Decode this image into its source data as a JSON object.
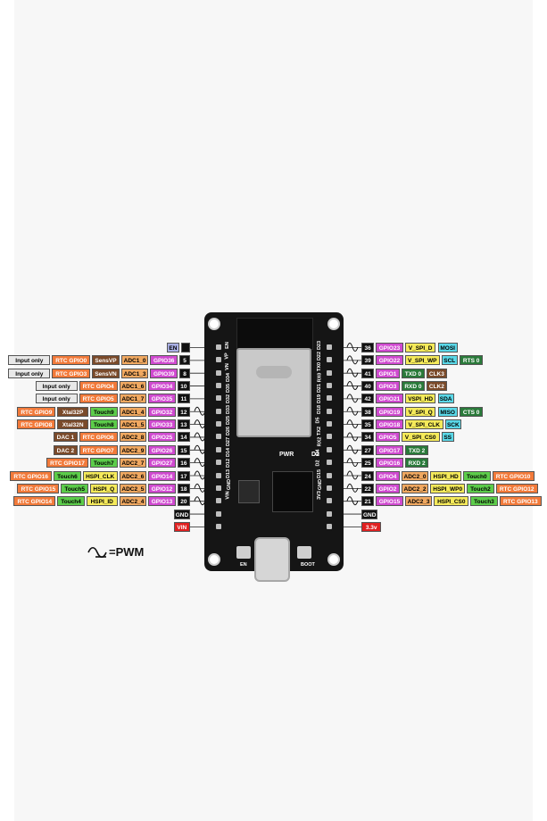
{
  "legend": {
    "pwm_label": "=PWM"
  },
  "board_labels": {
    "pwr": "PWR",
    "d2": "D2",
    "left_pins": [
      "VIN",
      "GND",
      "D13",
      "D12",
      "D14",
      "D27",
      "D26",
      "D25",
      "D33",
      "D32",
      "D35",
      "D34",
      "VN",
      "VP",
      "EN"
    ],
    "right_pins": [
      "3V3",
      "GND",
      "D15",
      "D2",
      "D4",
      "RX2",
      "TX2",
      "D5",
      "D18",
      "D19",
      "D21",
      "RX0",
      "TX0",
      "D22",
      "D23"
    ],
    "boot": "BOOT",
    "en": "EN"
  },
  "left_rows": [
    {
      "pwm": false,
      "labels": [
        {
          "t": "EN",
          "c": "#aab0e6"
        },
        {
          "t": "",
          "c": "#111111"
        }
      ]
    },
    {
      "pwm": false,
      "labels": [
        {
          "t": "Input only",
          "c": "#e8e8e8"
        },
        {
          "t": "RTC GPIO0",
          "c": "#f27a3a"
        },
        {
          "t": "SensVP",
          "c": "#7a4a2a"
        },
        {
          "t": "ADC1_0",
          "c": "#f0a860"
        },
        {
          "t": "GPIO36",
          "c": "#d04ad0"
        },
        {
          "t": "5",
          "c": "#111111"
        }
      ]
    },
    {
      "pwm": false,
      "labels": [
        {
          "t": "Input only",
          "c": "#e8e8e8"
        },
        {
          "t": "RTC GPIO3",
          "c": "#f27a3a"
        },
        {
          "t": "SensVN",
          "c": "#7a4a2a"
        },
        {
          "t": "ADC1_3",
          "c": "#f0a860"
        },
        {
          "t": "GPIO39",
          "c": "#d04ad0"
        },
        {
          "t": "8",
          "c": "#111111"
        }
      ]
    },
    {
      "pwm": false,
      "labels": [
        {
          "t": "Input only",
          "c": "#e8e8e8"
        },
        {
          "t": "RTC GPIO4",
          "c": "#f27a3a"
        },
        {
          "t": "ADC1_6",
          "c": "#f0a860"
        },
        {
          "t": "GPIO34",
          "c": "#d04ad0"
        },
        {
          "t": "10",
          "c": "#111111"
        }
      ]
    },
    {
      "pwm": false,
      "labels": [
        {
          "t": "Input only",
          "c": "#e8e8e8"
        },
        {
          "t": "RTC GPIO5",
          "c": "#f27a3a"
        },
        {
          "t": "ADC1_7",
          "c": "#f0a860"
        },
        {
          "t": "GPIO35",
          "c": "#d04ad0"
        },
        {
          "t": "11",
          "c": "#111111"
        }
      ]
    },
    {
      "pwm": true,
      "labels": [
        {
          "t": "RTC GPIO9",
          "c": "#f27a3a"
        },
        {
          "t": "Xtal32P",
          "c": "#7a4a2a"
        },
        {
          "t": "Touch9",
          "c": "#5ccc4a"
        },
        {
          "t": "ADC1_4",
          "c": "#f0a860"
        },
        {
          "t": "GPIO32",
          "c": "#d04ad0"
        },
        {
          "t": "12",
          "c": "#111111"
        }
      ]
    },
    {
      "pwm": true,
      "labels": [
        {
          "t": "RTC GPIO8",
          "c": "#f27a3a"
        },
        {
          "t": "Xtal32N",
          "c": "#7a4a2a"
        },
        {
          "t": "Touch8",
          "c": "#5ccc4a"
        },
        {
          "t": "ADC1_5",
          "c": "#f0a860"
        },
        {
          "t": "GPIO33",
          "c": "#d04ad0"
        },
        {
          "t": "13",
          "c": "#111111"
        }
      ]
    },
    {
      "pwm": true,
      "labels": [
        {
          "t": "DAC 1",
          "c": "#7a4a2a"
        },
        {
          "t": "RTC GPIO6",
          "c": "#f27a3a"
        },
        {
          "t": "ADC2_8",
          "c": "#f0a860"
        },
        {
          "t": "GPIO25",
          "c": "#d04ad0"
        },
        {
          "t": "14",
          "c": "#111111"
        }
      ]
    },
    {
      "pwm": true,
      "labels": [
        {
          "t": "DAC 2",
          "c": "#7a4a2a"
        },
        {
          "t": "RTC GPIO7",
          "c": "#f27a3a"
        },
        {
          "t": "ADC2_9",
          "c": "#f0a860"
        },
        {
          "t": "GPIO26",
          "c": "#d04ad0"
        },
        {
          "t": "15",
          "c": "#111111"
        }
      ]
    },
    {
      "pwm": true,
      "labels": [
        {
          "t": "RTC GPIO17",
          "c": "#f27a3a"
        },
        {
          "t": "Touch7",
          "c": "#5ccc4a"
        },
        {
          "t": "ADC2_7",
          "c": "#f0a860"
        },
        {
          "t": "GPIO27",
          "c": "#d04ad0"
        },
        {
          "t": "16",
          "c": "#111111"
        }
      ]
    },
    {
      "pwm": true,
      "labels": [
        {
          "t": "RTC GPIO16",
          "c": "#f27a3a"
        },
        {
          "t": "Touch6",
          "c": "#5ccc4a"
        },
        {
          "t": "HSPI_CLK",
          "c": "#f5ea5a"
        },
        {
          "t": "ADC2_6",
          "c": "#f0a860"
        },
        {
          "t": "GPIO14",
          "c": "#d04ad0"
        },
        {
          "t": "17",
          "c": "#111111"
        }
      ]
    },
    {
      "pwm": true,
      "labels": [
        {
          "t": "RTC GPIO15",
          "c": "#f27a3a"
        },
        {
          "t": "Touch5",
          "c": "#5ccc4a"
        },
        {
          "t": "HSPI_Q",
          "c": "#f5ea5a"
        },
        {
          "t": "ADC2_5",
          "c": "#f0a860"
        },
        {
          "t": "GPIO12",
          "c": "#d04ad0"
        },
        {
          "t": "18",
          "c": "#111111"
        }
      ]
    },
    {
      "pwm": true,
      "labels": [
        {
          "t": "RTC GPIO14",
          "c": "#f27a3a"
        },
        {
          "t": "Touch4",
          "c": "#5ccc4a"
        },
        {
          "t": "HSPI_ID",
          "c": "#f5ea5a"
        },
        {
          "t": "ADC2_4",
          "c": "#f0a860"
        },
        {
          "t": "GPIO13",
          "c": "#d04ad0"
        },
        {
          "t": "20",
          "c": "#111111"
        }
      ]
    },
    {
      "pwm": false,
      "labels": [
        {
          "t": "GND",
          "c": "#111111"
        }
      ]
    },
    {
      "pwm": false,
      "labels": [
        {
          "t": "VIN",
          "c": "#e02020"
        }
      ]
    }
  ],
  "right_rows": [
    {
      "pwm": true,
      "labels": [
        {
          "t": "36",
          "c": "#111111"
        },
        {
          "t": "GPIO23",
          "c": "#d04ad0"
        },
        {
          "t": "V_SPI_D",
          "c": "#f5ea5a"
        },
        {
          "t": "MOSI",
          "c": "#5ad8e8"
        }
      ]
    },
    {
      "pwm": true,
      "labels": [
        {
          "t": "39",
          "c": "#111111"
        },
        {
          "t": "GPIO22",
          "c": "#d04ad0"
        },
        {
          "t": "V_SPI_WP",
          "c": "#f5ea5a"
        },
        {
          "t": "SCL",
          "c": "#5ad8e8"
        },
        {
          "t": "RTS 0",
          "c": "#2a7a3a"
        }
      ]
    },
    {
      "pwm": true,
      "labels": [
        {
          "t": "41",
          "c": "#111111"
        },
        {
          "t": "GPIO1",
          "c": "#d04ad0"
        },
        {
          "t": "TXD 0",
          "c": "#2a7a3a"
        },
        {
          "t": "CLK3",
          "c": "#7a4a2a"
        }
      ]
    },
    {
      "pwm": true,
      "labels": [
        {
          "t": "40",
          "c": "#111111"
        },
        {
          "t": "GPIO3",
          "c": "#d04ad0"
        },
        {
          "t": "RXD 0",
          "c": "#2a7a3a"
        },
        {
          "t": "CLK2",
          "c": "#7a4a2a"
        }
      ]
    },
    {
      "pwm": true,
      "labels": [
        {
          "t": "42",
          "c": "#111111"
        },
        {
          "t": "GPIO21",
          "c": "#d04ad0"
        },
        {
          "t": "VSPI_HD",
          "c": "#f5ea5a"
        },
        {
          "t": "SDA",
          "c": "#5ad8e8"
        }
      ]
    },
    {
      "pwm": true,
      "labels": [
        {
          "t": "38",
          "c": "#111111"
        },
        {
          "t": "GPIO19",
          "c": "#d04ad0"
        },
        {
          "t": "V_SPI_Q",
          "c": "#f5ea5a"
        },
        {
          "t": "MISO",
          "c": "#5ad8e8"
        },
        {
          "t": "CTS 0",
          "c": "#2a7a3a"
        }
      ]
    },
    {
      "pwm": true,
      "labels": [
        {
          "t": "35",
          "c": "#111111"
        },
        {
          "t": "GPIO18",
          "c": "#d04ad0"
        },
        {
          "t": "V_SPI_CLK",
          "c": "#f5ea5a"
        },
        {
          "t": "SCK",
          "c": "#5ad8e8"
        }
      ]
    },
    {
      "pwm": true,
      "labels": [
        {
          "t": "34",
          "c": "#111111"
        },
        {
          "t": "GPIO5",
          "c": "#d04ad0"
        },
        {
          "t": "V_SPI_CS0",
          "c": "#f5ea5a"
        },
        {
          "t": "SS",
          "c": "#5ad8e8"
        }
      ]
    },
    {
      "pwm": true,
      "labels": [
        {
          "t": "27",
          "c": "#111111"
        },
        {
          "t": "GPIO17",
          "c": "#d04ad0"
        },
        {
          "t": "TXD 2",
          "c": "#2a7a3a"
        }
      ]
    },
    {
      "pwm": true,
      "labels": [
        {
          "t": "25",
          "c": "#111111"
        },
        {
          "t": "GPIO16",
          "c": "#d04ad0"
        },
        {
          "t": "RXD 2",
          "c": "#2a7a3a"
        }
      ]
    },
    {
      "pwm": true,
      "labels": [
        {
          "t": "24",
          "c": "#111111"
        },
        {
          "t": "GPIO4",
          "c": "#d04ad0"
        },
        {
          "t": "ADC2_0",
          "c": "#f0a860"
        },
        {
          "t": "HSPI_HD",
          "c": "#f5ea5a"
        },
        {
          "t": "Touch0",
          "c": "#5ccc4a"
        },
        {
          "t": "RTC GPIO10",
          "c": "#f27a3a"
        }
      ]
    },
    {
      "pwm": true,
      "labels": [
        {
          "t": "22",
          "c": "#111111"
        },
        {
          "t": "GPIO2",
          "c": "#d04ad0"
        },
        {
          "t": "ADC2_2",
          "c": "#f0a860"
        },
        {
          "t": "HSPI_WP0",
          "c": "#f5ea5a"
        },
        {
          "t": "Touch2",
          "c": "#5ccc4a"
        },
        {
          "t": "RTC GPIO12",
          "c": "#f27a3a"
        }
      ]
    },
    {
      "pwm": true,
      "labels": [
        {
          "t": "21",
          "c": "#111111"
        },
        {
          "t": "GPIO15",
          "c": "#d04ad0"
        },
        {
          "t": "ADC2_3",
          "c": "#f0a860"
        },
        {
          "t": "HSPI_CS0",
          "c": "#f5ea5a"
        },
        {
          "t": "Touch3",
          "c": "#5ccc4a"
        },
        {
          "t": "RTC GPIO13",
          "c": "#f27a3a"
        }
      ]
    },
    {
      "pwm": false,
      "labels": [
        {
          "t": "GND",
          "c": "#111111"
        }
      ]
    },
    {
      "pwm": false,
      "labels": [
        {
          "t": "3.3v",
          "c": "#e02020"
        }
      ]
    }
  ]
}
